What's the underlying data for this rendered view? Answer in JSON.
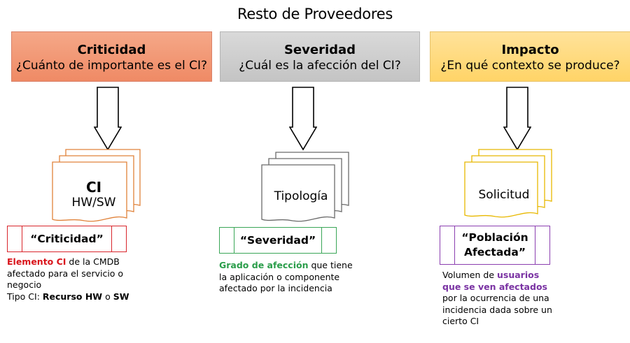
{
  "title": "Resto de Proveedores",
  "columns": [
    {
      "header_title": "Criticidad",
      "header_question": "¿Cuánto de importante es el CI?",
      "header_color": "#f09a78",
      "doc_label_main": "CI",
      "doc_label_sub": "HW/SW",
      "doc_color": "#e0823a",
      "tag": "“Criticidad”",
      "tag_color": "#d9262c",
      "desc": {
        "highlight": "Elemento CI",
        "line1_rest": " de la CMDB",
        "line2": "afectado para el servicio o",
        "line3": "negocio",
        "line4_prefix": "Tipo CI: ",
        "line4_bold1": "Recurso HW",
        "line4_mid": " o ",
        "line4_bold2": "SW"
      }
    },
    {
      "header_title": "Severidad",
      "header_question": "¿Cuál es la afección del CI?",
      "header_color": "#cccccc",
      "doc_label": "Tipología",
      "doc_color": "#6b6b6b",
      "tag": "“Severidad”",
      "tag_color": "#3aa657",
      "desc": {
        "highlight": "Grado de afección",
        "line1_rest": " que tiene",
        "line2": "la aplicación o componente",
        "line3": "afectado por la incidencia"
      }
    },
    {
      "header_title": "Impacto",
      "header_question": "¿En qué contexto se produce?",
      "header_color": "#ffda7a",
      "doc_label": "Solicitud",
      "doc_color": "#e8b800",
      "tag_line1": "“Población",
      "tag_line2": "Afectada”",
      "tag_color": "#8b3fb0",
      "desc": {
        "line1_prefix": "Volumen de ",
        "highlight1": "usuarios",
        "highlight2": "que se ven afectados",
        "line3": "por la ocurrencia de una",
        "line4": "incidencia dada sobre un",
        "line5": "cierto CI"
      }
    }
  ]
}
